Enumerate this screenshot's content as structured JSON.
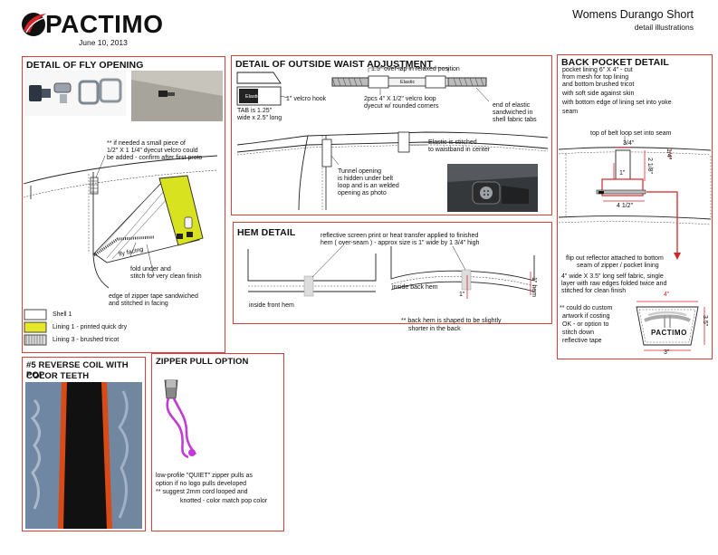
{
  "header": {
    "brand": "PACTIMO",
    "date": "June 10, 2013",
    "title": "Womens Durango Short",
    "subtitle": "detail illustrations"
  },
  "fly": {
    "title": "DETAIL OF FLY OPENING",
    "note_velcro": [
      "** if needed a small piece of",
      "1/2\" X 1 1/4\" dyecut velcro could",
      "be added - confirm after first proto"
    ],
    "fly_facing": "fly facing",
    "fold": [
      "fold under and",
      "stitch for very clean finish"
    ],
    "zip_tape": [
      "edge of zipper tape sandwiched",
      "and stitched in facing"
    ],
    "legend": [
      {
        "label": "Shell 1",
        "color": "#ffffff"
      },
      {
        "label": "Lining  1 - printed quick dry",
        "color": "#e6e62a"
      },
      {
        "label": "Lining 3 - brushed tricot",
        "color": "#d8d8d8"
      }
    ]
  },
  "waist": {
    "title": "DETAIL OF OUTSIDE WAIST ADJUSTMENT",
    "overlap": "1.5\" over-lap in relaxed position",
    "elastic": "Elastic",
    "velcro_hook": "1\" velcro hook",
    "tab": [
      "TAB is 1.25\"",
      "wide x 2.5\" long"
    ],
    "loop": [
      "2pcs  4\" X 1/2\" velcro loop",
      "dyecut w/ rounded corners"
    ],
    "end_elastic": [
      "end of elastic",
      "sandwiched in",
      "shell fabric tabs"
    ],
    "stitched": [
      "Elastic is stitched",
      "to waistband in center"
    ],
    "tunnel": [
      "Tunnel opening",
      "is hidden under belt",
      "loop and is an welded",
      "opening as photo"
    ]
  },
  "hem": {
    "title": "HEM DETAIL",
    "reflective": [
      "reflective screen print or heat transfer applied to finished",
      "hem ( over-seam ) - approx size is 1\" wide by 1 3/4\" high"
    ],
    "front": "inside front hem",
    "back": "inside back hem",
    "back_note": [
      "** back hem is shaped to be slightly",
      "shorter in the back"
    ],
    "one_inch": "1\"",
    "one_hem": "1\" hem"
  },
  "back_pocket": {
    "title": "BACK POCKET DETAIL",
    "lining": [
      "pocket lining 6\" X 4\" - cut",
      "from mesh for top lining",
      "and bottom brushed tricot",
      "with soft side against skin",
      "with bottom  edge of lining set into yoke",
      "seam"
    ],
    "belt_loop": "top of belt loop set into seam",
    "dim_34": "3/4\"",
    "dim_14": "1/4\"",
    "dim_218": "2 1/8\"",
    "dim_1": "1\"",
    "dim_412": "4 1/2\"",
    "flipout": [
      "flip out reflector attached to bottom",
      "seam of zipper / pocket lining"
    ],
    "self_fabric": [
      "4\" wide X 3.5\" long self fabric, single",
      "layer with raw edges folded twice and",
      "stitched for clean finish"
    ],
    "dim_4": "4\"",
    "dim_35": "3.5\"",
    "dim_3": "3\"",
    "custom": [
      "** could do custom",
      "artwork if costing",
      "OK - or option to",
      "stitch down",
      "reflective tape"
    ],
    "tag_brand": "PACTIMO"
  },
  "coil": {
    "title": [
      "#5 REVERSE COIL WITH POP",
      "COLOR TEETH"
    ]
  },
  "zipper": {
    "title": "ZIPPER PULL OPTION",
    "text": [
      "low-profile \"QUIET\" zipper pulls as",
      "option if no logo pulls developed",
      "** suggest 2mm cord looped and",
      "knotted - color match pop color"
    ]
  }
}
